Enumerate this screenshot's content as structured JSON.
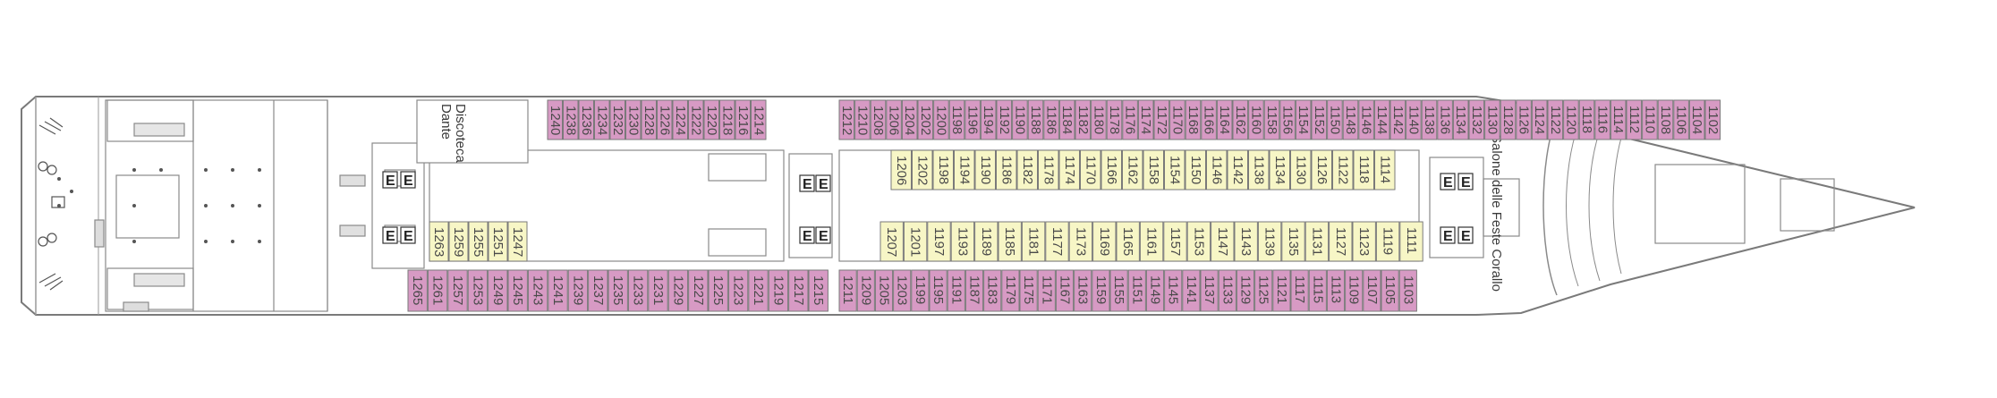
{
  "deck": {
    "colors": {
      "outline": "#7a7a7a",
      "pink_cabin": "#d79ac4",
      "yellow_cabin": "#f7f6c6",
      "white": "#ffffff"
    },
    "rooms": [
      {
        "id": "disco",
        "label": "Discoteca\nDante"
      },
      {
        "id": "theatre",
        "label": "Salone delle Feste Corallo"
      }
    ],
    "elevator_label": "E",
    "cabins": {
      "top_pink_aft": [
        "1240",
        "1238",
        "1236",
        "1234",
        "1232",
        "1230",
        "1228",
        "1226",
        "1224",
        "1222",
        "1220",
        "1218",
        "1216",
        "1214"
      ],
      "top_pink_fwd": [
        "1212",
        "1210",
        "1208",
        "1206",
        "1204",
        "1202",
        "1200",
        "1198",
        "1196",
        "1194",
        "1192",
        "1190",
        "1188",
        "1186",
        "1184",
        "1182",
        "1180",
        "1178",
        "1176",
        "1174",
        "1172",
        "1170",
        "1168",
        "1166",
        "1164",
        "1162",
        "1160",
        "1158",
        "1156",
        "1154",
        "1152",
        "1150",
        "1148",
        "1146",
        "1144",
        "1142",
        "1140",
        "1138",
        "1136",
        "1134",
        "1132",
        "1130",
        "1128",
        "1126",
        "1124",
        "1122",
        "1120",
        "1118",
        "1116",
        "1114",
        "1112",
        "1110",
        "1108",
        "1106",
        "1104",
        "1102"
      ],
      "inner_top_yellow": [
        "1206",
        "1202",
        "1198",
        "1194",
        "1190",
        "1186",
        "1182",
        "1178",
        "1174",
        "1170",
        "1166",
        "1162",
        "1158",
        "1154",
        "1150",
        "1146",
        "1142",
        "1138",
        "1134",
        "1130",
        "1126",
        "1122",
        "1118",
        "1114"
      ],
      "inner_bottom_yellow_aft": [
        "1263",
        "1259",
        "1255",
        "1251",
        "1247"
      ],
      "inner_bottom_yellow_fwd": [
        "1207",
        "1201",
        "1197",
        "1193",
        "1189",
        "1185",
        "1181",
        "1177",
        "1173",
        "1169",
        "1165",
        "1161",
        "1157",
        "1153",
        "1147",
        "1143",
        "1139",
        "1135",
        "1131",
        "1127",
        "1123",
        "1119",
        "1111"
      ],
      "bottom_pink_aft": [
        "1265",
        "1261",
        "1257",
        "1253",
        "1249",
        "1245",
        "1243",
        "1241",
        "1239",
        "1237",
        "1235",
        "1233",
        "1231",
        "1229",
        "1227",
        "1225",
        "1223",
        "1221",
        "1219",
        "1217",
        "1215"
      ],
      "bottom_pink_fwd": [
        "1211",
        "1209",
        "1205",
        "1203",
        "1199",
        "1195",
        "1191",
        "1187",
        "1183",
        "1179",
        "1175",
        "1171",
        "1167",
        "1163",
        "1159",
        "1155",
        "1151",
        "1149",
        "1145",
        "1141",
        "1137",
        "1133",
        "1129",
        "1125",
        "1121",
        "1117",
        "1115",
        "1113",
        "1109",
        "1107",
        "1105",
        "1103"
      ]
    }
  }
}
